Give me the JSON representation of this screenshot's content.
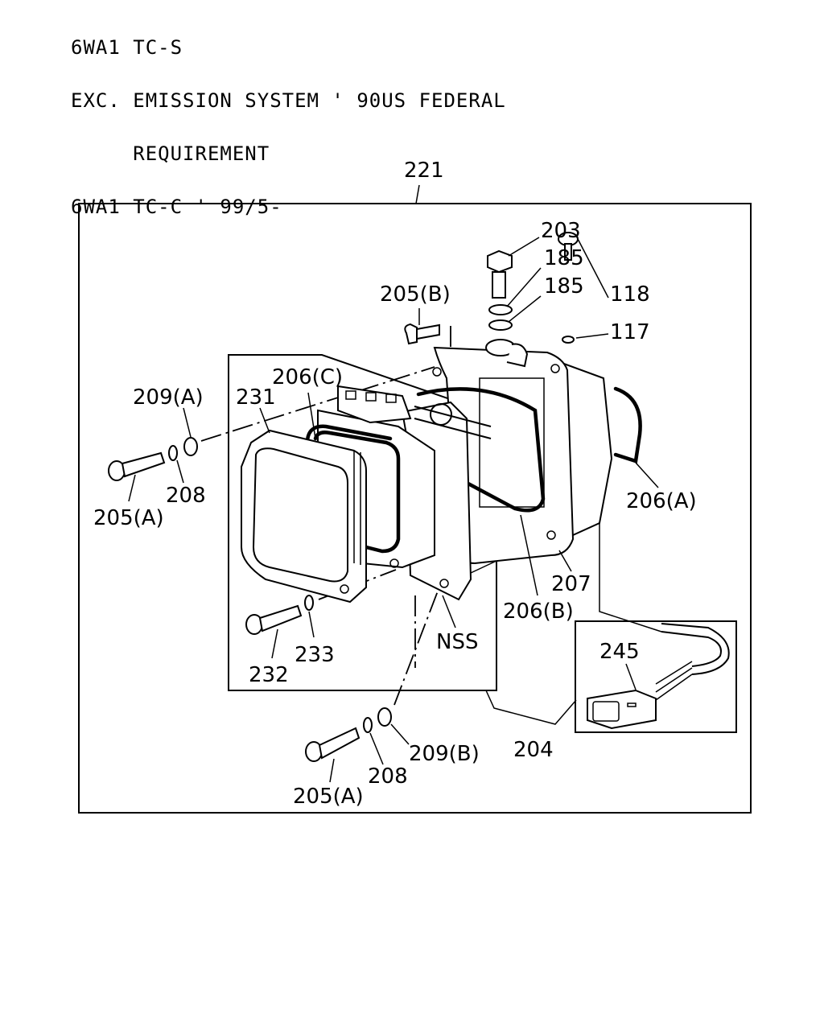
{
  "header": {
    "line1": "6WA1 TC-S",
    "line2": "EXC. EMISSION SYSTEM ' 90US FEDERAL",
    "line3": "     REQUIREMENT",
    "line4": "6WA1 TC-C ' 99/5-"
  },
  "labels": {
    "p221": "221",
    "p203": "203",
    "p185a": "185",
    "p185b": "185",
    "p118": "118",
    "p117": "117",
    "p205b": "205(B)",
    "p206c": "206(C)",
    "p209a": "209(A)",
    "p231": "231",
    "p208a": "208",
    "p205a_left": "205(A)",
    "p206a": "206(A)",
    "p207": "207",
    "p206b": "206(B)",
    "p245": "245",
    "pNSS": "NSS",
    "p233": "233",
    "p232": "232",
    "p209b": "209(B)",
    "p204": "204",
    "p208b": "208",
    "p205a_bottom": "205(A)"
  }
}
